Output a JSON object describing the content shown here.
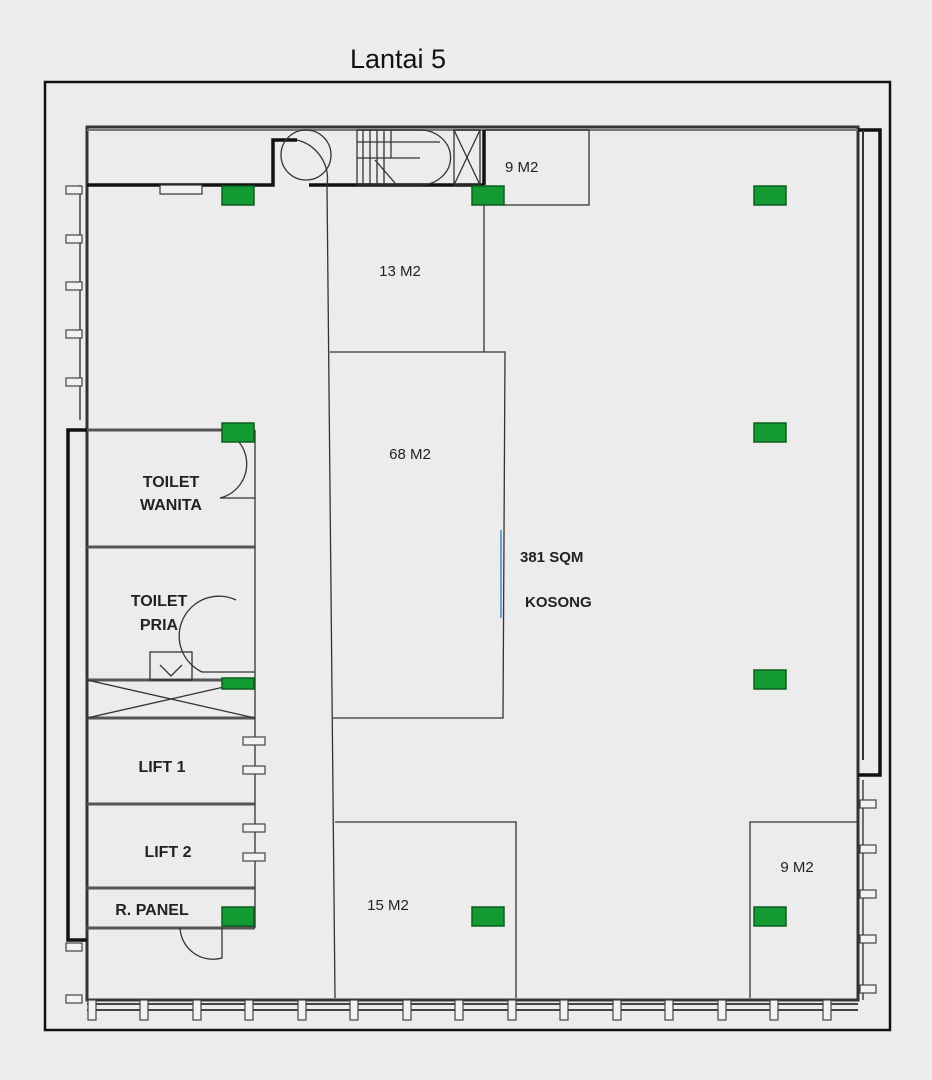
{
  "title": "Lantai 5",
  "rooms": {
    "top_right_small": "9  M2",
    "room_13": "13 M2",
    "room_68": "68 M2",
    "main_area": "381 SQM",
    "main_status": "KOSONG",
    "room_15": "15 M2",
    "bottom_right_small": "9 M2",
    "toilet_wanita_1": "TOILET",
    "toilet_wanita_2": "WANITA",
    "toilet_pria_1": "TOILET",
    "toilet_pria_2": "PRIA",
    "lift_1": "LIFT  1",
    "lift_2": "LIFT  2",
    "panel": "R. PANEL"
  },
  "colors": {
    "marker": "#149a33",
    "background": "#ececec"
  }
}
